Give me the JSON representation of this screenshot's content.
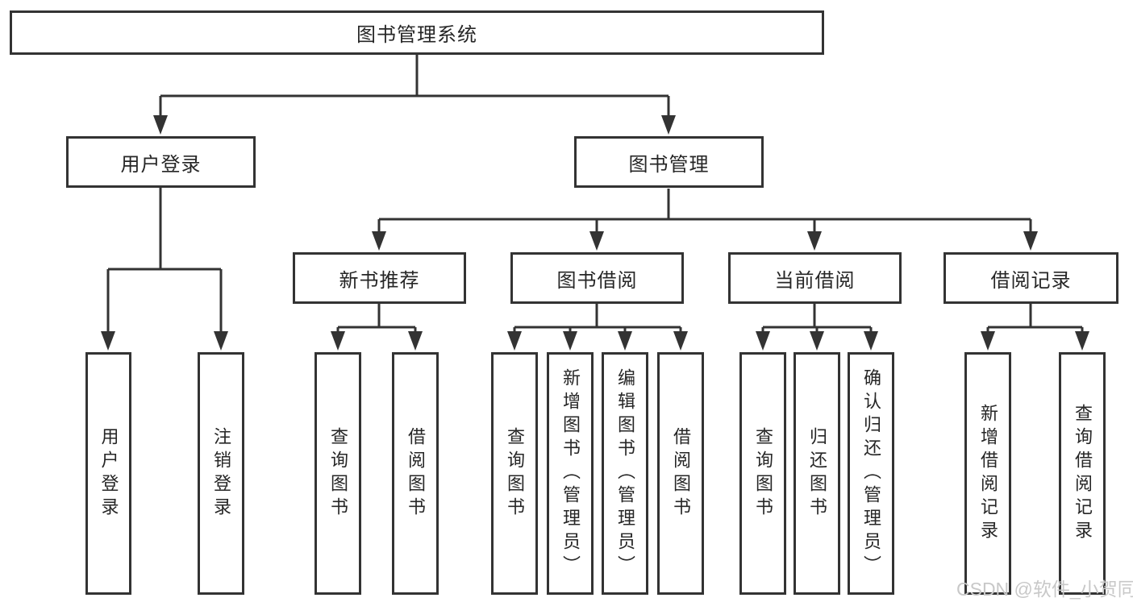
{
  "tree": {
    "label": "图书管理系统",
    "children": [
      {
        "label": "用户登录",
        "children": [
          {
            "label": "用户登录"
          },
          {
            "label": "注销登录"
          }
        ]
      },
      {
        "label": "图书管理",
        "children": [
          {
            "label": "新书推荐",
            "children": [
              {
                "label": "查询图书"
              },
              {
                "label": "借阅图书"
              }
            ]
          },
          {
            "label": "图书借阅",
            "children": [
              {
                "label": "查询图书"
              },
              {
                "label": "新增图书（管理员）"
              },
              {
                "label": "编辑图书（管理员）"
              },
              {
                "label": "借阅图书"
              }
            ]
          },
          {
            "label": "当前借阅",
            "children": [
              {
                "label": "查询图书"
              },
              {
                "label": "归还图书"
              },
              {
                "label": "确认归还（管理员）"
              }
            ]
          },
          {
            "label": "借阅记录",
            "children": [
              {
                "label": "新增借阅记录"
              },
              {
                "label": "查询借阅记录"
              }
            ]
          }
        ]
      }
    ]
  },
  "watermark": {
    "text": "CSDN @软件_小贺同学"
  },
  "colors": {
    "line": "#333333",
    "box_border": "#333333",
    "box_fill": "#ffffff",
    "text": "#262626",
    "watermark": "#c8c8c8",
    "background": "#ffffff"
  }
}
